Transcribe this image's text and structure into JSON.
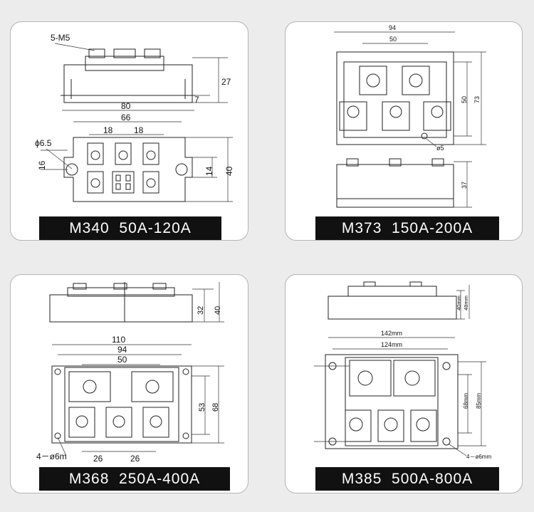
{
  "panels": [
    {
      "label": "M340  50A-120A",
      "dims": {
        "screw": "5-M5",
        "h_total": "27",
        "h_base": "7",
        "w_total": "80",
        "w_holes": "66",
        "pitch_a": "18",
        "pitch_b": "18",
        "hole": "ϕ6.5",
        "offset": "16",
        "h_inner": "14",
        "h_outer": "40"
      }
    },
    {
      "label": "M373  150A-200A",
      "dims": {
        "w_total": "94",
        "w_inner": "50",
        "h_inner": "50",
        "h_total": "73",
        "hole": "ø5",
        "height": "37"
      }
    },
    {
      "label": "M368  250A-400A",
      "dims": {
        "h_body": "32",
        "h_total": "40",
        "w_total": "110",
        "w_holes": "94",
        "w_inner": "50",
        "h_inner": "53",
        "h_outer": "68",
        "holes": "4－ø6m",
        "pitch_a": "26",
        "pitch_b": "26"
      }
    },
    {
      "label": "M385  500A-800A",
      "dims": {
        "h_body": "40mm",
        "h_total": "48mm",
        "w_total": "142mm",
        "w_holes": "124mm",
        "h_inner": "68mm",
        "h_outer": "85mm",
        "holes": "4－ø6mm"
      }
    }
  ]
}
